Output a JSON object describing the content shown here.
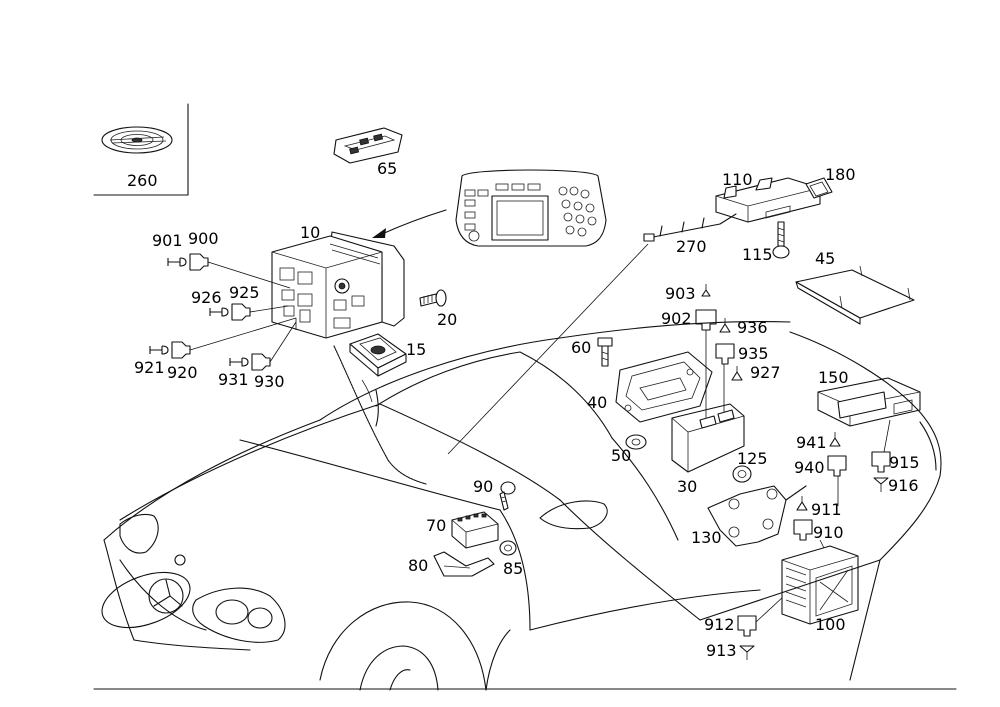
{
  "labels": {
    "l260": "260",
    "l65": "65",
    "l10": "10",
    "l901": "901",
    "l900": "900",
    "l926": "926",
    "l925": "925",
    "l921": "921",
    "l920": "920",
    "l931": "931",
    "l930": "930",
    "l20": "20",
    "l15": "15",
    "l110": "110",
    "l180": "180",
    "l270": "270",
    "l115": "115",
    "l45": "45",
    "l903": "903",
    "l902": "902",
    "l936": "936",
    "l935": "935",
    "l927": "927",
    "l60": "60",
    "l40": "40",
    "l50": "50",
    "l30": "30",
    "l125": "125",
    "l150": "150",
    "l941": "941",
    "l940": "940",
    "l915": "915",
    "l916": "916",
    "l911": "911",
    "l910": "910",
    "l130": "130",
    "l90": "90",
    "l70": "70",
    "l80": "80",
    "l85": "85",
    "l912": "912",
    "l913": "913",
    "l100": "100"
  }
}
